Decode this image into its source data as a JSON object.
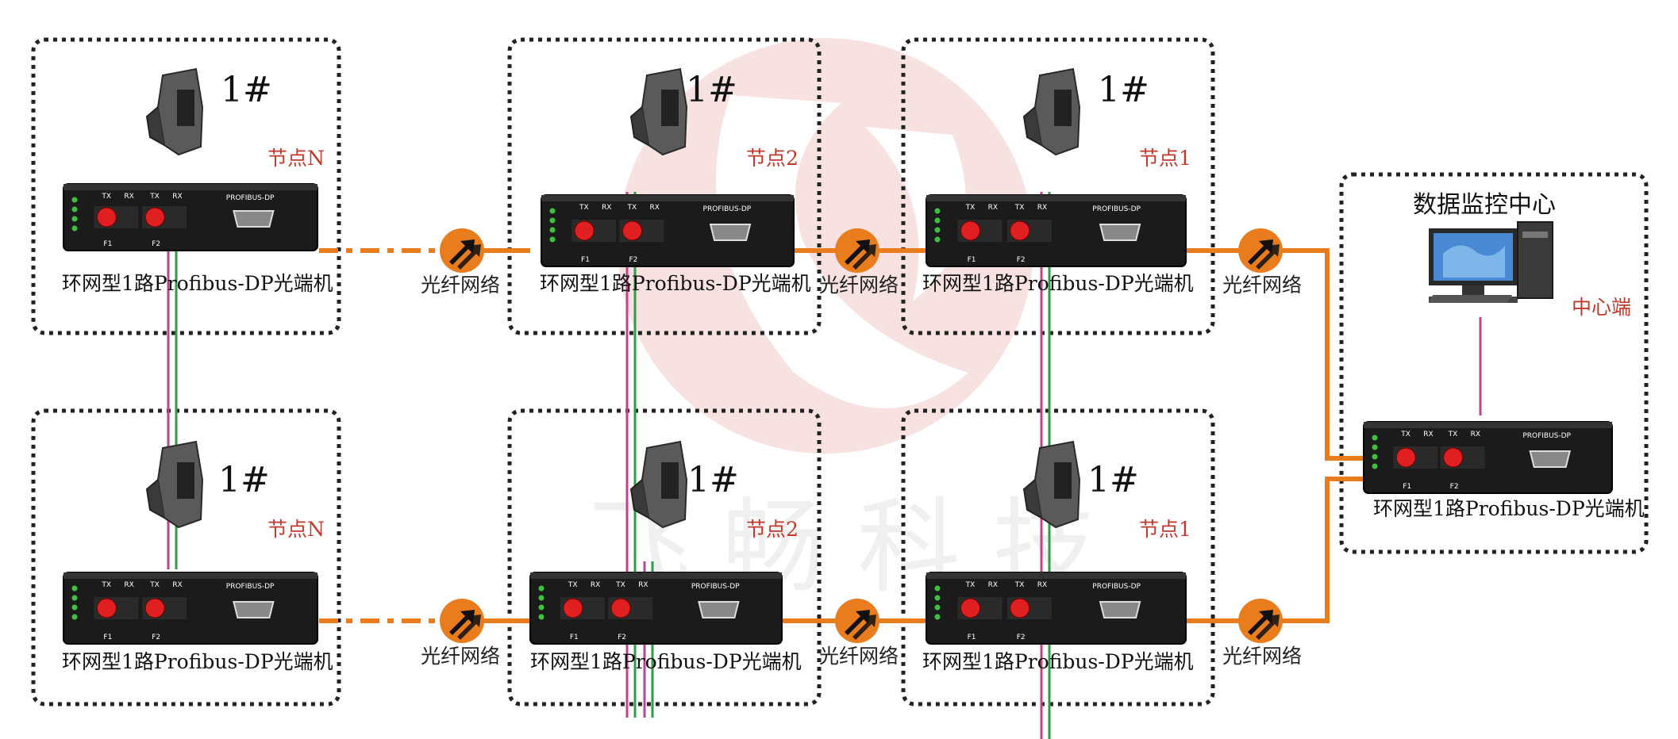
{
  "diagram": {
    "device_label": "环网型1路Profibus-DP光端机",
    "connector_label": "1#",
    "network_label": "光纤网络",
    "panel": {
      "tx": "TX",
      "rx": "RX",
      "f1": "F1",
      "f2": "F2",
      "profibus": "PROFIBUS-DP"
    },
    "center": {
      "title": "数据监控中心",
      "tag": "中心端"
    },
    "rows": [
      {
        "nodes": [
          {
            "name": "节点N"
          },
          {
            "name": "节点2"
          },
          {
            "name": "节点1"
          }
        ]
      },
      {
        "nodes": [
          {
            "name": "节点N"
          },
          {
            "name": "节点2"
          },
          {
            "name": "节点1"
          }
        ]
      }
    ],
    "watermark": "飞畅科技",
    "colors": {
      "fiber": "#e97d1e",
      "node_label": "#c0392b",
      "border": "#222222",
      "device": "#1b1b1b",
      "led": "#3cc33c",
      "port": "#e02020",
      "wire_pink": "#c2438c",
      "wire_green": "#2e9d47",
      "watermark": "#f2c9c9"
    }
  }
}
